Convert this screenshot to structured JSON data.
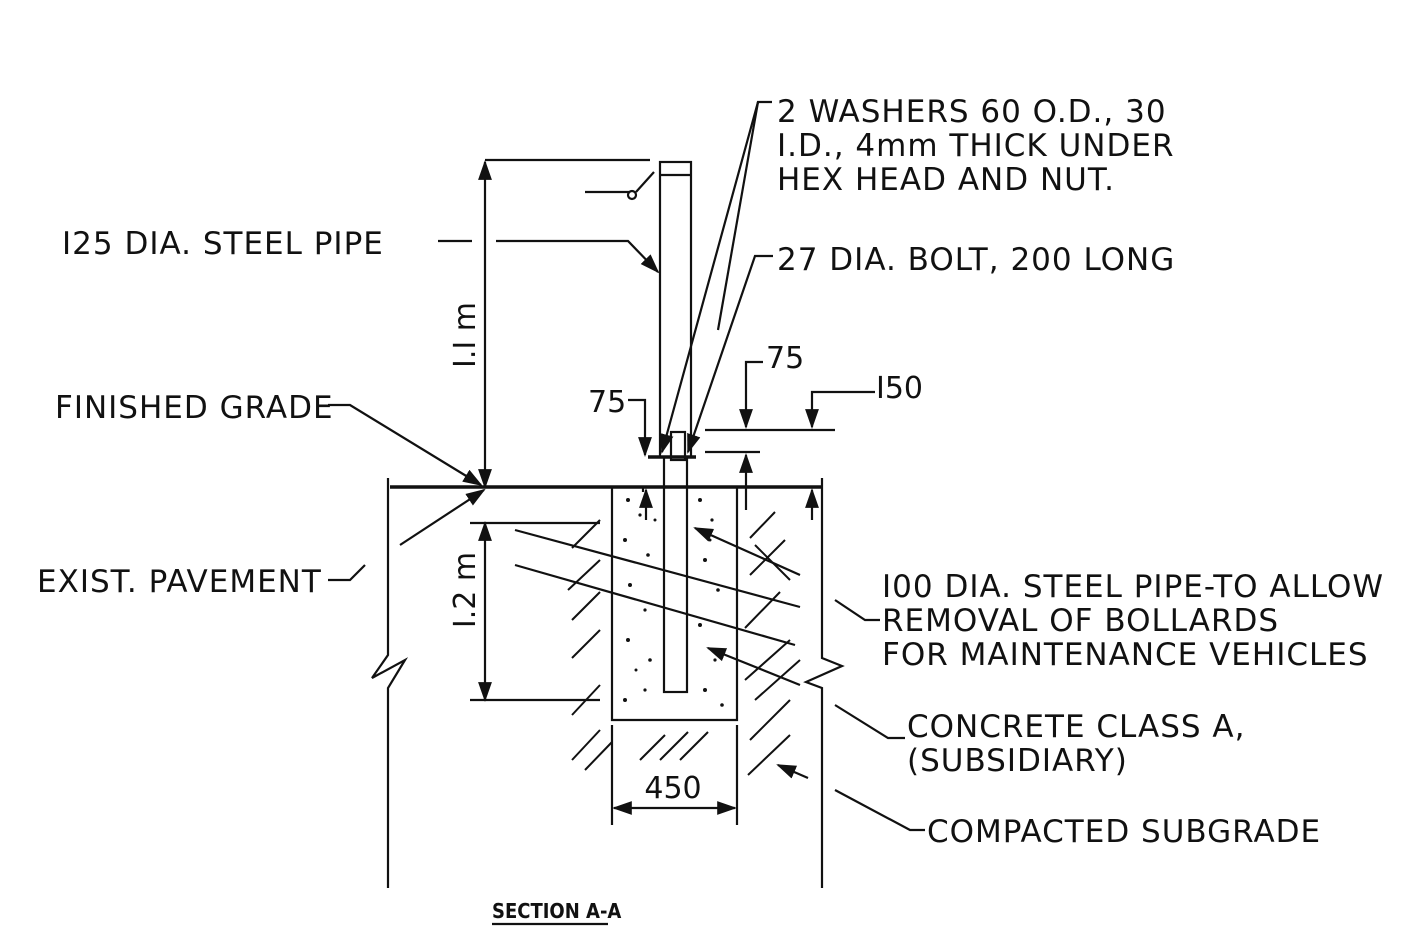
{
  "labels": {
    "washers_line1": "2 WASHERS 60 O.D., 30",
    "washers_line2": "I.D., 4mm THICK UNDER",
    "washers_line3": "HEX HEAD AND NUT.",
    "steel_pipe": "I25 DIA. STEEL PIPE",
    "bolt": "27 DIA. BOLT, 200 LONG",
    "finished_grade": "FINISHED GRADE",
    "exist_pavement": "EXIST. PAVEMENT",
    "removal_line1": "I00 DIA. STEEL PIPE-TO ALLOW",
    "removal_line2": "REMOVAL OF BOLLARDS",
    "removal_line3": "FOR MAINTENANCE VEHICLES",
    "concrete_line1": "CONCRETE CLASS A,",
    "concrete_line2": "(SUBSIDIARY)",
    "subgrade": "COMPACTED SUBGRADE",
    "section_title": "SECTION A-A"
  },
  "dimensions": {
    "height_above": "I.I m",
    "depth_below": "I.2 m",
    "bolt_offset_left": "75",
    "bolt_offset_top": "75",
    "offset_150": "I50",
    "footing_width": "450"
  }
}
